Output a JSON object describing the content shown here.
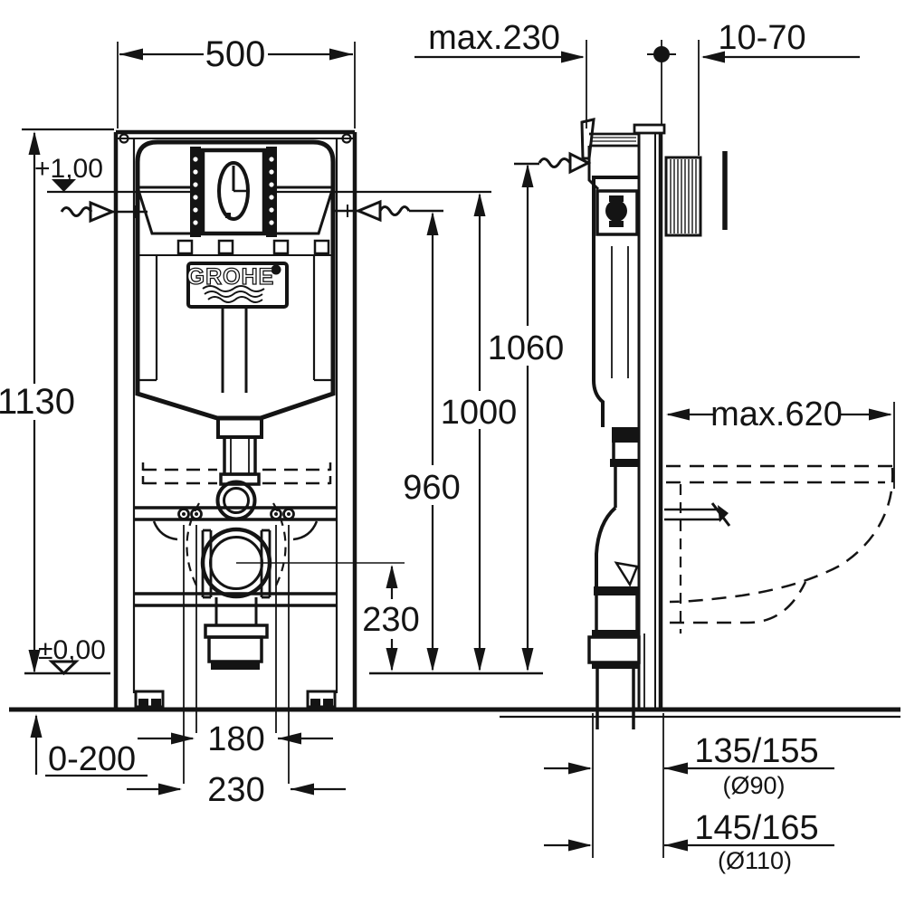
{
  "colors": {
    "line": "#141414",
    "background": "#ffffff"
  },
  "logo": {
    "brand": "GROHE"
  },
  "dims": {
    "frame_width": "500",
    "max_depth_top": "max.230",
    "wall_clearance": "10-70",
    "frame_height": "1130",
    "level_top": "+1,00",
    "level_floor": "±0,00",
    "h_1060": "1060",
    "h_1000": "1000",
    "h_960": "960",
    "outlet_center_height": "230",
    "max_bowl_depth": "max.620",
    "foot_adjustment": "0-200",
    "bolt_spacing_inner": "180",
    "bolt_spacing_outer": "230",
    "outlet_offset_90": "135/155",
    "outlet_dia_90": "(Ø90)",
    "outlet_offset_110": "145/165",
    "outlet_dia_110": "(Ø110)"
  },
  "symbols": {
    "water_left": "water-connection-arrow",
    "water_right": "water-connection-arrow",
    "water_side": "water-connection-arrow",
    "level_top_marker": "level-triangle-filled",
    "level_floor_marker": "level-triangle-open",
    "wall_face_marker": "reference-dot"
  }
}
